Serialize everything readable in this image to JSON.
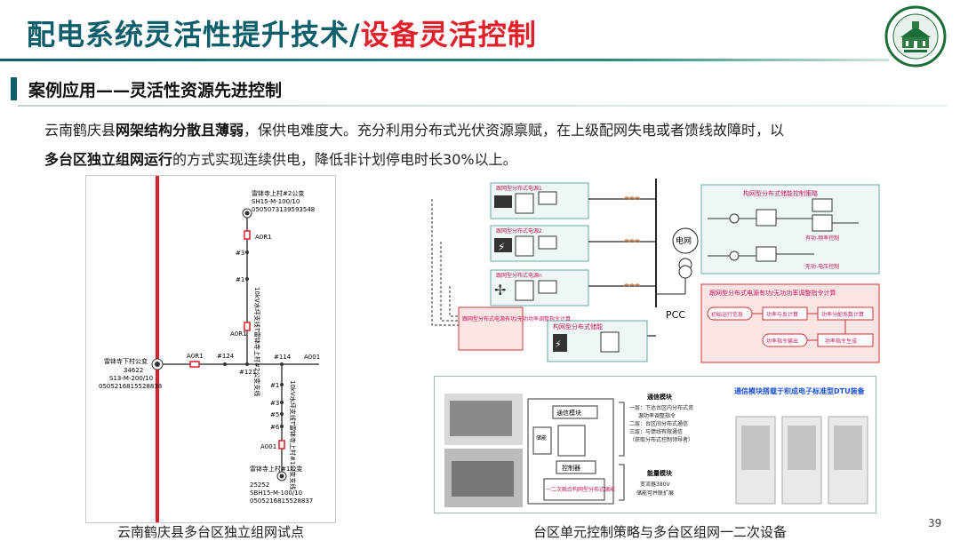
{
  "header": {
    "title_main": "配电系统灵活性提升技术/",
    "title_accent": "设备灵活控制",
    "subtitle": "案例应用——灵活性资源先进控制"
  },
  "body": {
    "p1_pre": "云南鹤庆县",
    "p1_bold": "网架结构分散且薄弱",
    "p1_post": "，保供电难度大。充分利用分布式光伏资源禀赋，在上级配网失电或者馈线故障时，以",
    "p2_bold": "多台区独立组网运行",
    "p2_post": "的方式实现连续供电，降低非计划停电时长30%以上。"
  },
  "left_diagram": {
    "top_station": [
      "雷钵寺上村#2公变",
      "SH15-M-100/10",
      "0505073139593548"
    ],
    "left_station": [
      "雷钵寺下村公变",
      "34622",
      "S13-M-200/10",
      "0505216815528838"
    ],
    "bottom_station": [
      "雷钵寺上村#1公变",
      "25252",
      "SBH15-M-100/10",
      "0505216815528837"
    ],
    "switch_a": "A0R1",
    "switch_b": "A0R1",
    "switch_c": "A0R1",
    "switch_d": "A001",
    "branch_up": "10kV水坪支线T雷钵寺上村#2公变支线",
    "branch_down": "10kV水坪支线T雷钵寺上村#1公变支线",
    "pole_labels": [
      "#3",
      "#1",
      "#124",
      "#121",
      "#114",
      "#1",
      "#3",
      "#5",
      "#6"
    ]
  },
  "control_diagram": {
    "sources": [
      "跟网型分布式电源1",
      "跟网型分布式电源2",
      "跟网型分布式电源n"
    ],
    "center_box": "跟网型分布式电源有功/无功功率调整指令计算",
    "storage": "构网型分布式储能",
    "grid": "电网",
    "pcc": "PCC",
    "strategy_title": "构网型分布式储能控制策略",
    "strategy_sub1": "有功-频率控制",
    "strategy_sub2": "无功-电压控制",
    "calc_title": "跟网型分布式电源有功/无功功率调整指令计算",
    "flow": [
      "初始运行信息",
      "功率与反计算",
      "功率分配系数计算",
      "功率指令生成",
      "功率指令输出"
    ]
  },
  "device": {
    "comm_title": "通信模块",
    "comm_lines": [
      "一层：下达台区内分布式资",
      "源功率调整指令",
      "二层：台区间分布式通信",
      "三层：与馈线有限通信",
      "（获取分布式控制领导者）"
    ],
    "box_labels": [
      "通信模块",
      "储能",
      "控制器"
    ],
    "storage_label": "一二次融合构网型分布式储能",
    "energy_title": "能量模块",
    "energy_lines": [
      "变流器380V",
      "储能可并联扩展"
    ],
    "highlight": "通信模块搭载于积成电子标准型DTU装备"
  },
  "footer": {
    "caption_left": "云南鹤庆县多台区独立组网试点",
    "caption_right": "台区单元控制策略与多台区组网一二次设备",
    "page": "39"
  },
  "colors": {
    "brand": "#0f5e6b",
    "accent": "#e0202a"
  }
}
